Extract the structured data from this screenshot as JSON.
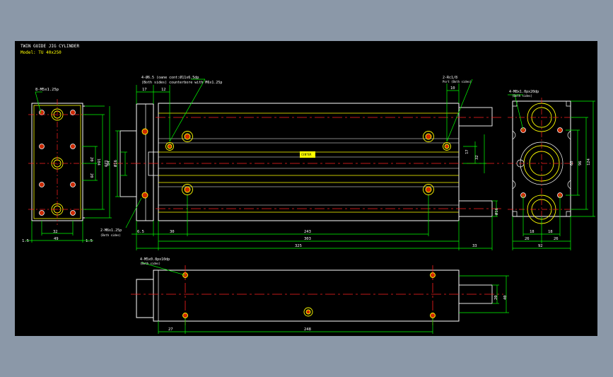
{
  "title_block": {
    "line1": "TWIN GUIDE JIG CYLINDER",
    "line2": "Model: TU 40x250"
  },
  "callouts": {
    "left_end_top": "8-M5x1.25p",
    "top_holes_line1": "4-Ø6.5 (oane cont:Ø11x6.5dp",
    "top_holes_line2": "(Both sides) counterbore with M6x1.25p",
    "top_right_line1": "2-Rc1/8",
    "top_right_line2": "Port (Both sides)",
    "right_end_top_line1": "4-M8x1.0px20dp",
    "right_end_top_line2": "(Both sides)",
    "left_bottom_line1": "2-M6x1.25p",
    "left_bottom_line2": "(Both sides)",
    "lower_view_line1": "4-M5x0.8px10dp",
    "lower_view_line2": "(Both sides)",
    "center_tag": "CENTER"
  },
  "dimensions": {
    "left_end": {
      "d_32": "32",
      "d_49": "49",
      "d_1_5_left": "1.5",
      "d_1_5_right": "1.5",
      "d_20_upper": "20",
      "d_20_lower": "20",
      "d_104": "104",
      "d_120": "120"
    },
    "main_view": {
      "d_17": "17",
      "d_12": "12",
      "d_10": "10",
      "d_30": "30",
      "d_243": "243",
      "d_303": "303",
      "d_325": "325",
      "d_33": "33",
      "d_6_5": "6.5",
      "d_84": "84",
      "d_phi16": "Ø16",
      "d_17_right": "17",
      "d_32_right": "32",
      "d_phi16_rod": "Ø16"
    },
    "right_end": {
      "d_18_left": "18",
      "d_18_right": "18",
      "d_26_left": "26",
      "d_26_right": "26",
      "d_92": "92",
      "d_68": "68",
      "d_96": "96",
      "d_124": "124"
    },
    "lower_view": {
      "d_27": "27",
      "d_248": "248",
      "d_20": "20",
      "d_40": "40"
    }
  },
  "colors": {
    "outline": "#ffffff",
    "dimension": "#00ff00",
    "centerline": "#ff2020",
    "feature": "#ffff00",
    "text": "#ffffff",
    "background": "#000000",
    "frame": "#8b98a8"
  }
}
